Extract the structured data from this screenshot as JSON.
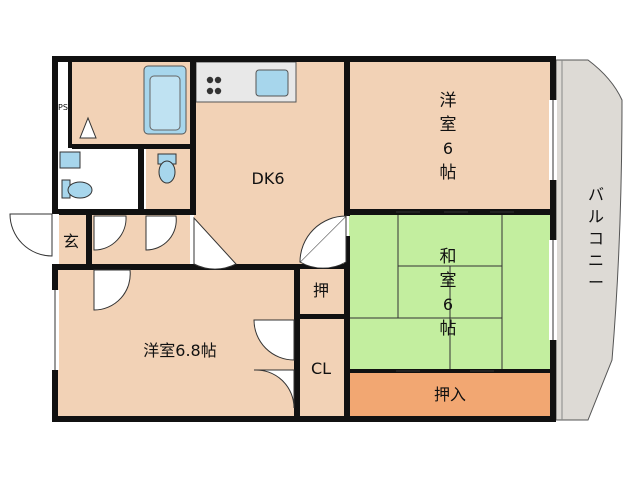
{
  "rooms": {
    "western_top": {
      "line1": "洋",
      "line2": "室",
      "line3": "6",
      "line4": "帖"
    },
    "washitsu": {
      "line1": "和",
      "line2": "室",
      "line3": "6",
      "line4": "帖"
    },
    "dk": "DK6",
    "western_left": "洋室6.8帖",
    "oshiire": "押入",
    "closet": "CL",
    "small_storage": "押",
    "entrance": "玄",
    "balcony": [
      "バ",
      "ル",
      "コ",
      "ニ",
      "ー"
    ],
    "ps": "PS"
  },
  "colors": {
    "wall": "#111111",
    "room_floor": "#f2d2b6",
    "tatami": "#c3ee9f",
    "oshiire_floor": "#f2a772",
    "balcony": "#dddad5",
    "bath": "#a7d6ec",
    "white": "#ffffff"
  }
}
